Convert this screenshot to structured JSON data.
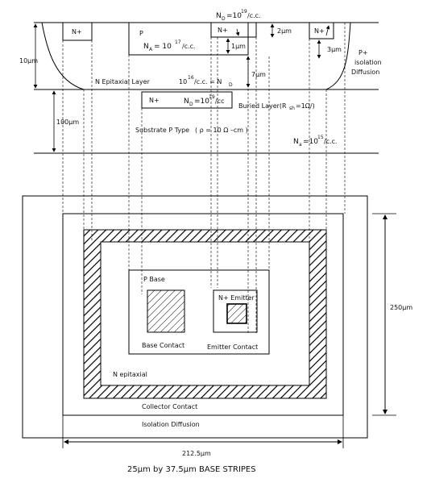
{
  "cross_section": {
    "n_plus_left": "N+",
    "p_region": "P",
    "na_main": "N",
    "na_sub": "A",
    "na_eq": "= 10",
    "na_exp": "17",
    "na_unit": "/c.c.",
    "emitter_n_plus": "N+",
    "nd_top_main": "N",
    "nd_top_sub": "D",
    "nd_top_eq": "=10",
    "nd_top_exp": "19",
    "nd_top_unit": "/c.c.",
    "n_plus_right": "N+",
    "p_plus": "P+",
    "isolation": "isolation",
    "diffusion": "Diffusion",
    "dim_2um": "2μm",
    "dim_1um": "1μm",
    "dim_3um": "3μm",
    "dim_7um": "7μm",
    "dim_10um": "10μm",
    "dim_100um": "100μm",
    "epi_text": "N Epitaxial Layer",
    "epi_conc": "10",
    "epi_exp": "16",
    "epi_unit": "/c.c. = N",
    "epi_sub": "D",
    "buried_n_plus": "N+",
    "buried_nd_main": "N",
    "buried_nd_sub": "D",
    "buried_nd_eq": "=10",
    "buried_nd_exp": "19",
    "buried_nd_unit": "/cc",
    "buried_label": "Buried Layer(R",
    "buried_label_sub": "sh",
    "buried_label_end": "=1Ω/)",
    "substrate_text": "Substrate P Type",
    "rho_text": "( ρ = 10 Ω –cm )",
    "na_sub_main": "N",
    "na_sub_sub": "a",
    "na_sub_eq": "=10",
    "na_sub_exp": "15",
    "na_sub_unit": "/c.c."
  },
  "layout": {
    "p_base": "P Base",
    "n_plus_emitter": "N+ Emitter",
    "base_contact": "Base Contact",
    "emitter_contact": "Emitter Contact",
    "n_epitaxial": "N epitaxial",
    "collector_contact": "Collector Contact",
    "isolation_diffusion": "Isolation Diffusion",
    "dim_250": "250μm",
    "dim_212": "212.5μm"
  },
  "caption": "25μm by 37.5μm BASE STRIPES"
}
